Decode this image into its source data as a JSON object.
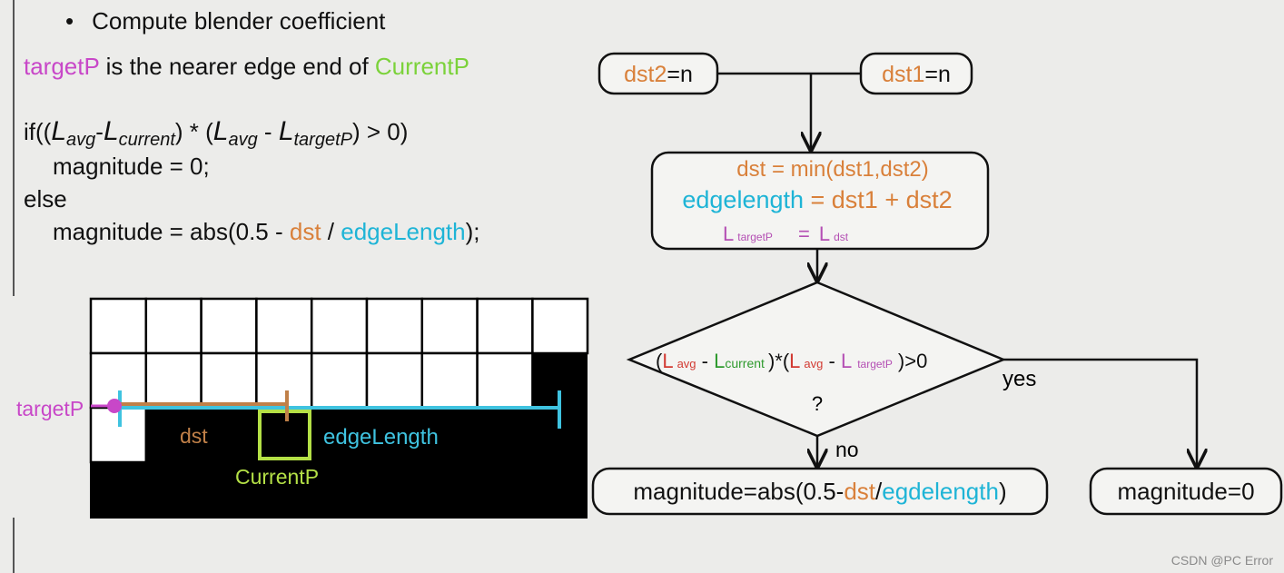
{
  "heading": {
    "bullet": "•",
    "text": "Compute blender coefficient"
  },
  "target_line": {
    "target": "targetP",
    "middle": " is the nearer edge end of ",
    "current": "CurrentP"
  },
  "code": {
    "if_prefix": "if((",
    "L": "L",
    "avg": "avg",
    "minus1": "-",
    "current": "current",
    "mid": ") * (",
    "minus2": " - ",
    "targetP": "targetP",
    "tail": ") > 0)",
    "line2": "magnitude = 0;",
    "line3": "else",
    "line4_a": "magnitude = abs(0.5 - ",
    "line4_dst": "dst",
    "line4_slash": " / ",
    "line4_edge": "edgeLength",
    "line4_end": ");"
  },
  "grid_labels": {
    "targetP": "targetP",
    "dst": "dst",
    "edgeLength": "edgeLength",
    "currentP": "CurrentP"
  },
  "flow": {
    "dst2": {
      "name": "dst2",
      "eq": "=n"
    },
    "dst1": {
      "name": "dst1",
      "eq": "=n"
    },
    "process": {
      "line1": "dst = min(dst1,dst2)",
      "line2_a": "edgelength",
      "line2_b": " = dst1 + dst2",
      "line3_L1": "L",
      "line3_sub1": "targetP",
      "line3_eq": "=",
      "line3_L2": "L",
      "line3_sub2": "dst"
    },
    "decision": {
      "open": "(",
      "L": "L",
      "avg": "avg",
      "minus": " - ",
      "current": "current",
      "mid": ")*(",
      "targetP": "targetP",
      "close": ")>0",
      "question": "?"
    },
    "yes": "yes",
    "no": "no",
    "out_no": {
      "a": "magnitude=abs(0.5-",
      "dst": "dst",
      "slash": "/",
      "edge": "egdelength",
      "end": ")"
    },
    "out_yes": "magnitude=0"
  },
  "watermark": "CSDN @PC Error",
  "colors": {
    "pink": "#c847c8",
    "green": "#7bd23a",
    "orange": "#d9803a",
    "cyan": "#1eb4d6",
    "red": "#d23a32",
    "dark_green": "#2e9a2e",
    "purple": "#b44fb4"
  }
}
